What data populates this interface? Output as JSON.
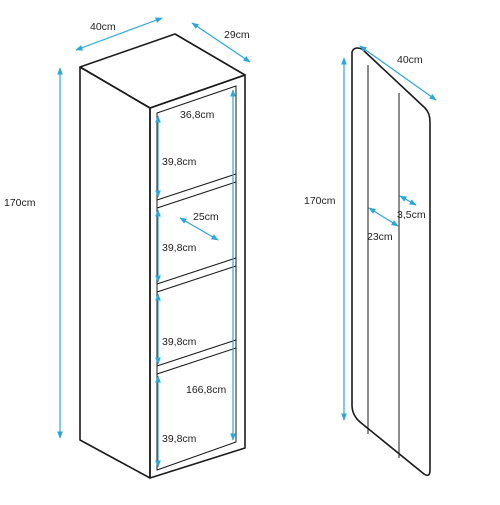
{
  "colors": {
    "dimension": "#2aa8d8",
    "outline": "#1a1a1a",
    "text": "#222222"
  },
  "cabinet": {
    "width": "40cm",
    "depth": "29cm",
    "height": "170cm",
    "top_compartment": "36,8cm",
    "compartments": [
      "39,8cm",
      "39,8cm",
      "39,8cm",
      "39,8cm"
    ],
    "shelf_depth": "25cm",
    "inner_height": "166,8cm"
  },
  "door": {
    "width": "40cm",
    "height": "170cm",
    "groove_depth": "23cm",
    "groove_width": "3,5cm"
  }
}
